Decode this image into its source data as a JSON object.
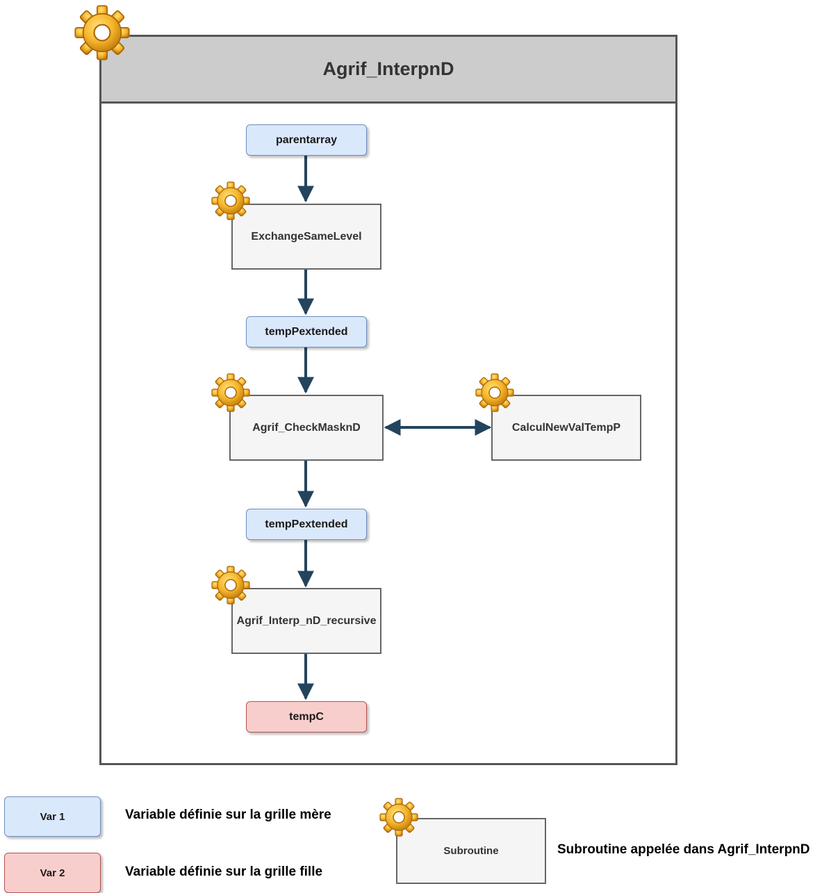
{
  "diagram": {
    "title": "Agrif_InterpnD",
    "nodes": {
      "parentarray": "parentarray",
      "exchange": "ExchangeSameLevel",
      "temp1": "tempPextended",
      "checkmask": "Agrif_CheckMasknD",
      "calcul": "CalculNewValTempP",
      "temp2": "tempPextended",
      "interp": "Agrif_Interp_nD_recursive",
      "tempc": "tempC"
    },
    "edges": [
      {
        "from": "parentarray",
        "to": "exchange"
      },
      {
        "from": "exchange",
        "to": "temp1"
      },
      {
        "from": "temp1",
        "to": "checkmask"
      },
      {
        "from": "checkmask",
        "to": "calcul",
        "bidirectional": true
      },
      {
        "from": "checkmask",
        "to": "temp2"
      },
      {
        "from": "temp2",
        "to": "interp"
      },
      {
        "from": "interp",
        "to": "tempc"
      }
    ]
  },
  "legend": {
    "var1_label": "Var 1",
    "var1_desc": "Variable définie sur la grille mère",
    "var2_label": "Var 2",
    "var2_desc": "Variable définie sur la grille fille",
    "sub_label": "Subroutine",
    "sub_desc": "Subroutine appelée dans Agrif_InterpnD"
  },
  "colors": {
    "parent_var_fill": "#dae8fc",
    "child_var_fill": "#f8cecc",
    "subroutine_fill": "#f5f5f5",
    "arrow": "#23445d",
    "header_fill": "#cccccc"
  },
  "icons": {
    "subroutine_marker": "gear-icon"
  }
}
